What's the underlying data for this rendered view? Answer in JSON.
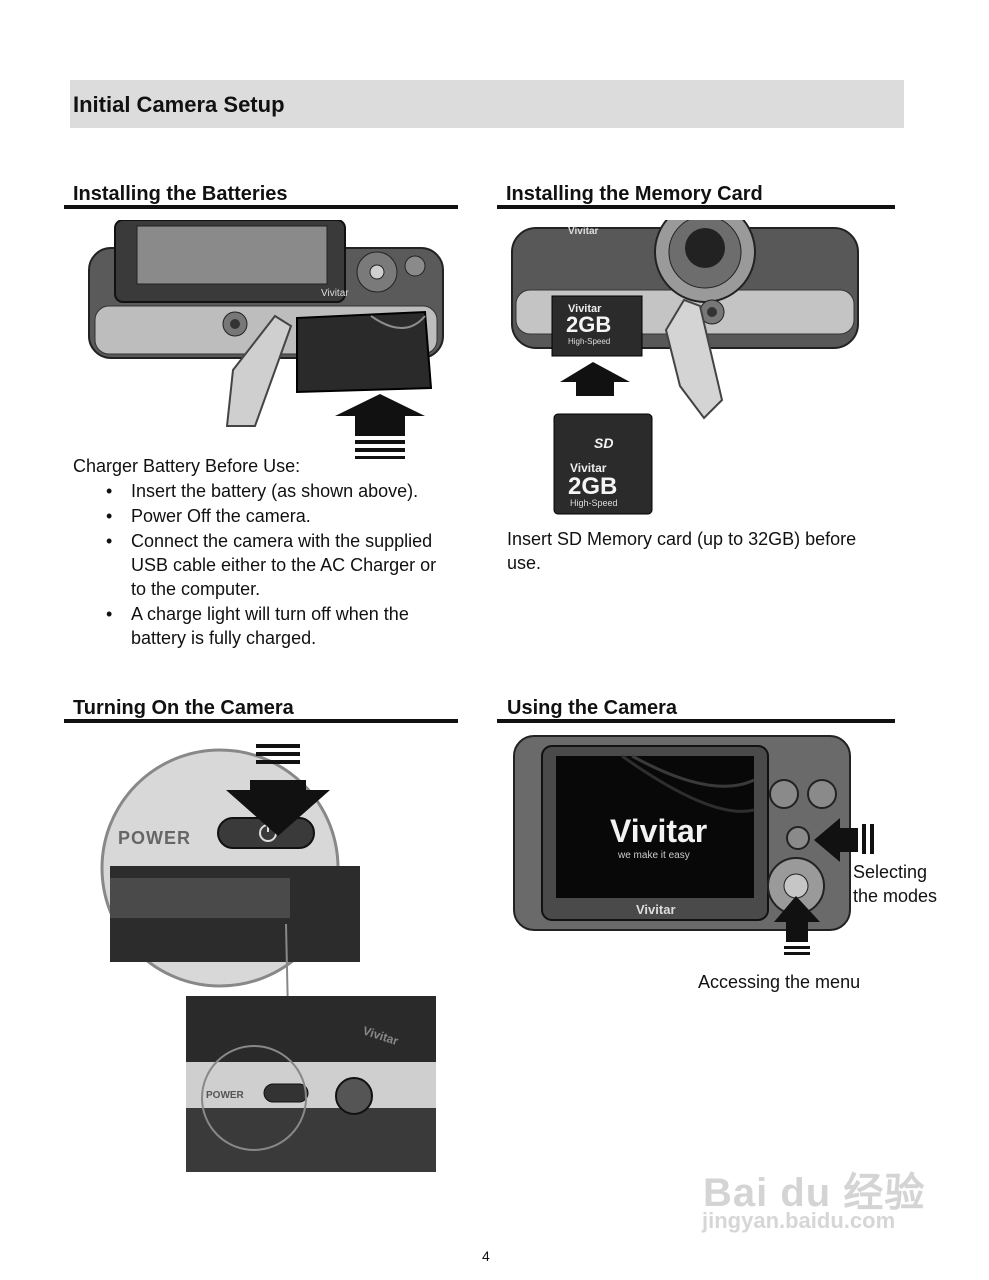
{
  "header": {
    "title": "Initial Camera Setup"
  },
  "sections": {
    "batteries": {
      "title": "Installing the Batteries",
      "intro": "Charger Battery Before Use:",
      "bullets": [
        "Insert the battery (as shown above).",
        "Power Off the camera.",
        "Connect the camera with the supplied USB cable either to the AC Charger or to the computer.",
        "A charge light will turn off when the battery is fully charged."
      ],
      "image_text": {
        "brand": "Vivitar"
      }
    },
    "memory_card": {
      "title": "Installing the Memory Card",
      "text_line1": "Insert SD Memory card (up to 32GB) before",
      "text_line2": "use.",
      "image_text": {
        "brand": "Vivitar",
        "card_brand": "Vivitar",
        "card_capacity": "2GB",
        "card_speed": "High-Speed",
        "sd_logo": "SD"
      }
    },
    "turning_on": {
      "title": "Turning On the Camera",
      "image_text": {
        "power_label": "POWER",
        "brand": "Vivitar"
      }
    },
    "using": {
      "title": "Using the Camera",
      "caption_modes_line1": "Selecting",
      "caption_modes_line2": "the modes",
      "caption_menu": "Accessing the menu",
      "image_text": {
        "screen_brand": "Vivitar",
        "screen_tagline": "we make it easy",
        "body_brand": "Vivitar"
      }
    }
  },
  "footer": {
    "page_number": "4"
  },
  "watermark": {
    "line1": "Bai du 经验",
    "line2": "jingyan.baidu.com"
  },
  "colors": {
    "banner_bg": "#dcdcdc",
    "rule": "#111111",
    "watermark": "#d4d4d4"
  }
}
